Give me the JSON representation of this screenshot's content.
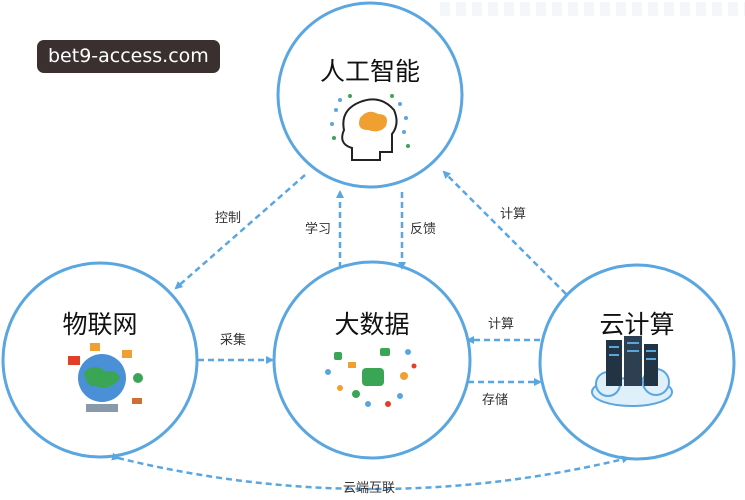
{
  "watermark": "bet9-access.com",
  "nodes": {
    "ai": {
      "title": "人工智能"
    },
    "iot": {
      "title": "物联网"
    },
    "bigdata": {
      "title": "大数据"
    },
    "cloud": {
      "title": "云计算"
    }
  },
  "edges": {
    "ai_to_iot": "控制",
    "bigdata_to_ai_learn": "学习",
    "ai_to_bigdata_feedback": "反馈",
    "cloud_to_ai": "计算",
    "iot_to_bigdata": "采集",
    "cloud_to_bigdata": "计算",
    "bigdata_to_cloud": "存储",
    "iot_cloud_link": "云端互联"
  },
  "colors": {
    "circle_stroke": "#5aa6e0",
    "arrow": "#5aa6e0",
    "icon_orange": "#f0a030",
    "icon_green": "#3aa655"
  },
  "icons": {
    "ai": "brain-head-icon",
    "iot": "globe-devices-icon",
    "bigdata": "data-network-icon",
    "cloud": "server-cloud-icon"
  }
}
